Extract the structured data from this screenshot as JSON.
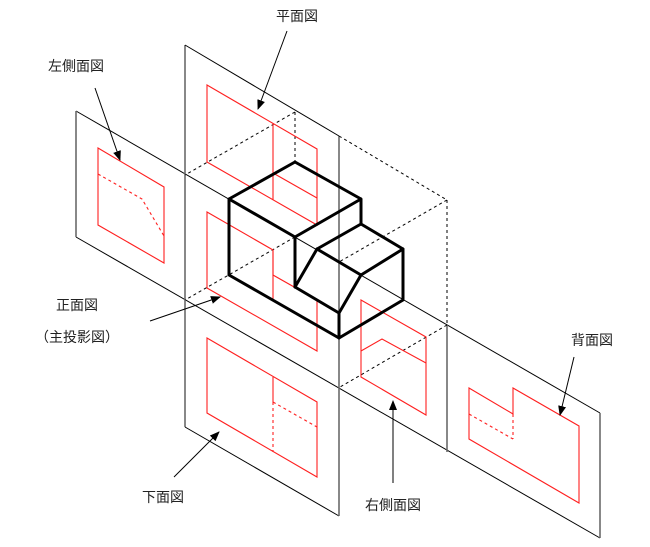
{
  "labels": {
    "top_view": "平面図",
    "left_side_view": "左側面図",
    "front_view": "正面図",
    "front_view_note": "（主投影図）",
    "bottom_view": "下面図",
    "right_side_view": "右側面図",
    "back_view": "背面図"
  },
  "colors": {
    "projection": "#ff2020",
    "object": "#000000",
    "plane": "#000000"
  }
}
